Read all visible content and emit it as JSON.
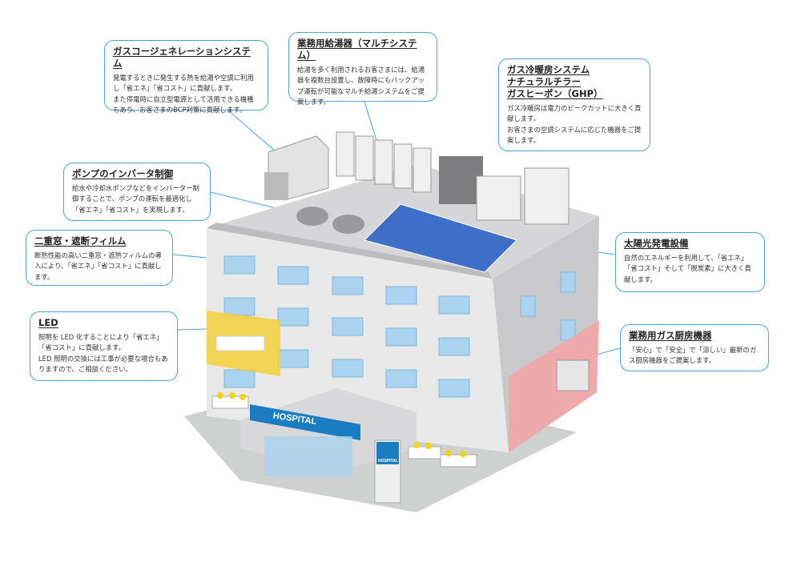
{
  "callouts": {
    "cogeneration": {
      "title": "ガスコージェネレーションシステム",
      "text": "発電するときに発生する熱を給湯や空調に利用し「省エネ」「省コスト」に貢献します。\nまた停電時に自立型電源として活用できる機種もあり、お客さまのBCP対策に貢献します。"
    },
    "water_heater": {
      "title": "業務用給湯器（マルチシステム）",
      "text": "給湯を多く利用されるお客さまには、給湯器を複数台設置し、故障時にもバックアップ運転が可能なマルチ給湯システムをご提案します。"
    },
    "ghp": {
      "title_lines": [
        "ガス冷暖房システム",
        "ナチュラルチラー",
        "ガスヒーポン（GHP）"
      ],
      "text": "ガス冷暖房は電力のピークカットに大きく貢献します。\nお客さまの空調システムに応じた機器をご提案します。"
    },
    "pump": {
      "title": "ポンプのインバータ制御",
      "text": "給水や冷却水ポンプなどをインバーター制御することで、ポンプの運転を最適化し「省エネ」「省コスト」を実現します。"
    },
    "window": {
      "title": "二重窓・遮断フィルム",
      "text": "断熱性能の高い二重窓・遮熱フィルムの導入により、「省エネ」「省コスト」に貢献します。"
    },
    "led": {
      "title": "LED",
      "text": "照明を LED 化することにより「省エネ」「省コスト」に貢献します。\nLED 照明の交換には工事が必要な場合もありますので、ご相談ください。"
    },
    "solar": {
      "title": "太陽光発電設備",
      "text": "自然のエネルギーを利用して、「省エネ」「省コスト」そして「脱炭素」に大きく貢献します。"
    },
    "kitchen": {
      "title": "業務用ガス厨房機器",
      "text": "「安心」で「安全」で「涼しい」最新のガス厨房機器をご提案します。"
    }
  },
  "building": {
    "entrance_sign": "HOSPITAL",
    "stand_sign": "HOSPITAL"
  },
  "colors": {
    "callout_border": "#4aa3df",
    "sign_blue": "#1a7cc1",
    "led_yellow": "#f5cf3a",
    "kitchen_pink": "#f2a6a6",
    "solar": "#3d6fc9"
  }
}
